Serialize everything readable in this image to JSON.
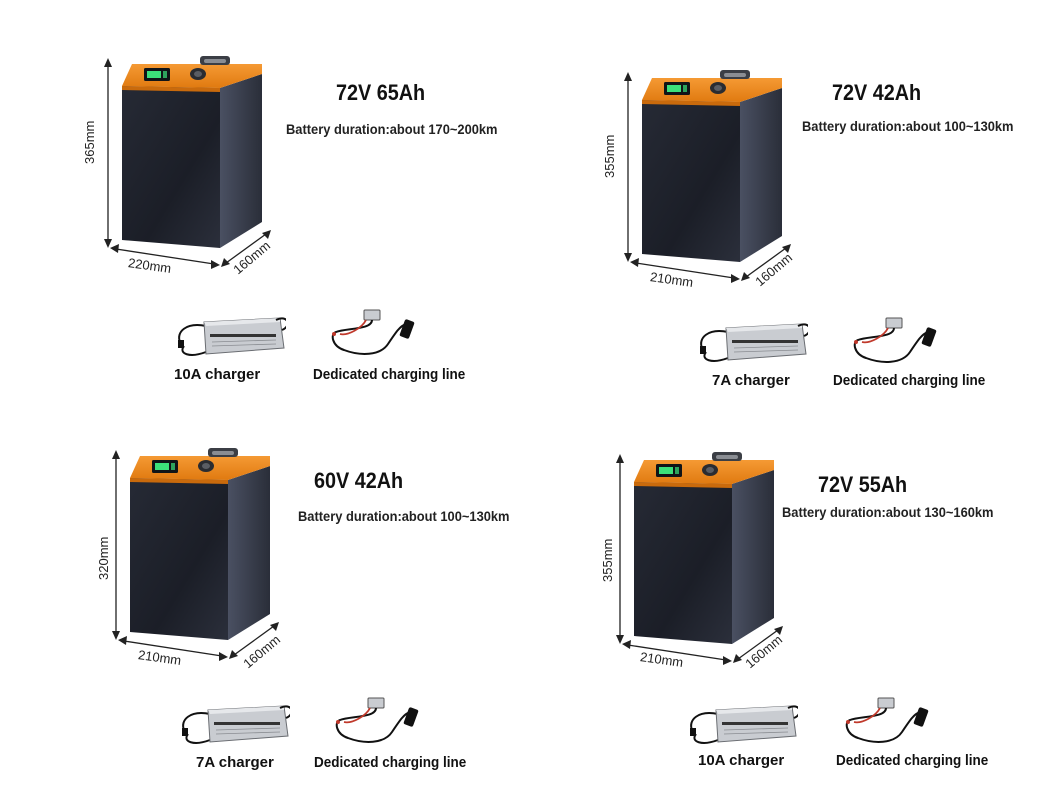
{
  "products": [
    {
      "title": "72V 65Ah",
      "duration": "Battery duration:about 170~200km",
      "height": "365mm",
      "width": "220mm",
      "depth": "160mm",
      "charger_label": "10A charger",
      "cable_label": "Dedicated charging line"
    },
    {
      "title": "72V 42Ah",
      "duration": "Battery duration:about 100~130km",
      "height": "355mm",
      "width": "210mm",
      "depth": "160mm",
      "charger_label": "7A charger",
      "cable_label": "Dedicated charging line"
    },
    {
      "title": "60V 42Ah",
      "duration": "Battery duration:about 100~130km",
      "height": "320mm",
      "width": "210mm",
      "depth": "160mm",
      "charger_label": "7A charger",
      "cable_label": "Dedicated charging line"
    },
    {
      "title": "72V 55Ah",
      "duration": "Battery duration:about 130~160km",
      "height": "355mm",
      "width": "210mm",
      "depth": "160mm",
      "charger_label": "10A charger",
      "cable_label": "Dedicated charging line"
    }
  ],
  "colors": {
    "battery_top": "#f08a1e",
    "battery_front": "#1d2029",
    "battery_side": "#3a3f4e",
    "display": "#3ce07a"
  }
}
